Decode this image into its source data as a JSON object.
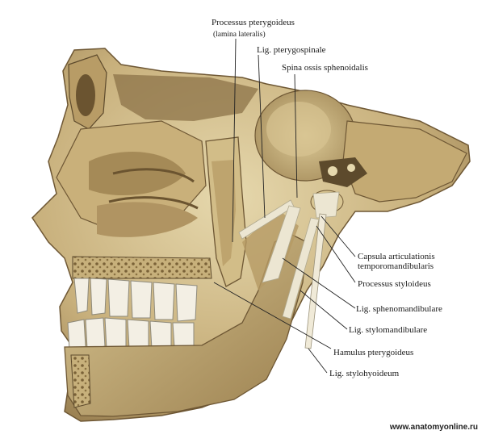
{
  "labels": {
    "processus_pterygoideus": "Processus pterygoideus",
    "lamina_lateralis": "(lamina lateralis)",
    "lig_pterygospinale": "Lig. pterygospinale",
    "spina_ossis_sphenoidalis": "Spina ossis sphenoidalis",
    "capsula_line1": "Capsula articulationis",
    "capsula_line2": "temporomandibularis",
    "processus_styloideus": "Processus styloideus",
    "lig_sphenomandibulare": "Lig. sphenomandibulare",
    "lig_stylomandibulare": "Lig. stylomandibulare",
    "hamulus_pterygoideus": "Hamulus pterygoideus",
    "lig_stylohyoideum": "Lig. stylohyoideum"
  },
  "watermark": "www.anatomyonline.ru",
  "colors": {
    "bone": "#cdb98a",
    "bone_light": "#e2d3a6",
    "bone_dark": "#8c7448",
    "shadow": "#5d4a2c",
    "ligament": "#e8e2cf",
    "teeth": "#f2efe6",
    "leader": "#222222"
  }
}
